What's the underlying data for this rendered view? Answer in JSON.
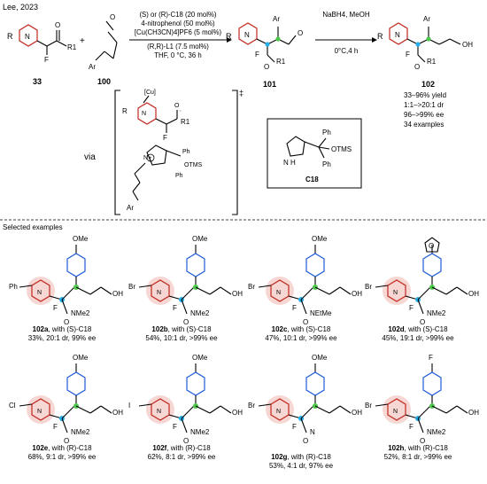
{
  "header": {
    "citation": "Lee, 2023"
  },
  "scheme": {
    "conditions": [
      "(S) or (R)-C18 (20 mol%)",
      "4-nitrophenol (50 mol%)",
      "[Cu(CH3CN)4]PF6 (5 mol%)",
      "(R,R)-L1 (7.5 mol%)",
      "THF, 0 °C, 36 h"
    ],
    "reduction": [
      "NaBH4, MeOH",
      "0°C,4 h"
    ],
    "compounds": {
      "substrate": "33",
      "aldehyde": "100",
      "intermediate": "101",
      "product": "102"
    },
    "results": [
      "33–96% yield",
      "1:1–>20:1 dr",
      "96–>99% ee",
      "34 examples"
    ],
    "via_label": "via",
    "ts_marks": {
      "dagger": "‡",
      "cu": "[Cu]"
    },
    "catalyst_label": "C18",
    "atom_labels": {
      "r": "R",
      "r1": "R1",
      "ar": "Ar",
      "f": "F",
      "o": "O",
      "n": "N",
      "otms": "OTMS",
      "ph": "Ph",
      "oh": "OH",
      "nh": "N H"
    }
  },
  "section": {
    "title": "Selected examples"
  },
  "examples": [
    {
      "id": "102a",
      "catalyst": "(S)-C18",
      "stats": "33%, 20:1 dr, 99% ee",
      "halo": "Ph",
      "top": "OMe",
      "amide": "NMe2"
    },
    {
      "id": "102b",
      "catalyst": "(S)-C18",
      "stats": "54%, 10:1 dr, >99% ee",
      "halo": "Br",
      "top": "OMe",
      "amide": "NMe2"
    },
    {
      "id": "102c",
      "catalyst": "(S)-C18",
      "stats": "47%, 10:1 dr, >99% ee",
      "halo": "Br",
      "top": "OMe",
      "amide": "NEtMe"
    },
    {
      "id": "102d",
      "catalyst": "(S)-C18",
      "stats": "45%, 19:1 dr, >99% ee",
      "halo": "Br",
      "top": "O",
      "amide": "NMe2"
    },
    {
      "id": "102e",
      "catalyst": "(R)-C18",
      "stats": "68%, 9:1 dr, >99% ee",
      "halo": "Cl",
      "top": "OMe",
      "amide": "NMe2"
    },
    {
      "id": "102f",
      "catalyst": "(R)-C18",
      "stats": "62%, 8:1 dr, >99% ee",
      "halo": "I",
      "top": "OMe",
      "amide": "NMe2"
    },
    {
      "id": "102g",
      "catalyst": "(R)-C18",
      "stats": "53%, 4:1 dr, 97% ee",
      "halo": "Br",
      "top": "OMe",
      "amide": "N"
    },
    {
      "id": "102h",
      "catalyst": "(R)-C18",
      "stats": "52%, 8:1 dr, >99% ee",
      "halo": "Br",
      "top": "F",
      "amide": "NMe2"
    }
  ],
  "colors": {
    "pyridine": "#c0281f",
    "highlight": "#f6d0cc",
    "cf_dot": "#27b0e8",
    "ch_dot": "#4cc94a"
  }
}
